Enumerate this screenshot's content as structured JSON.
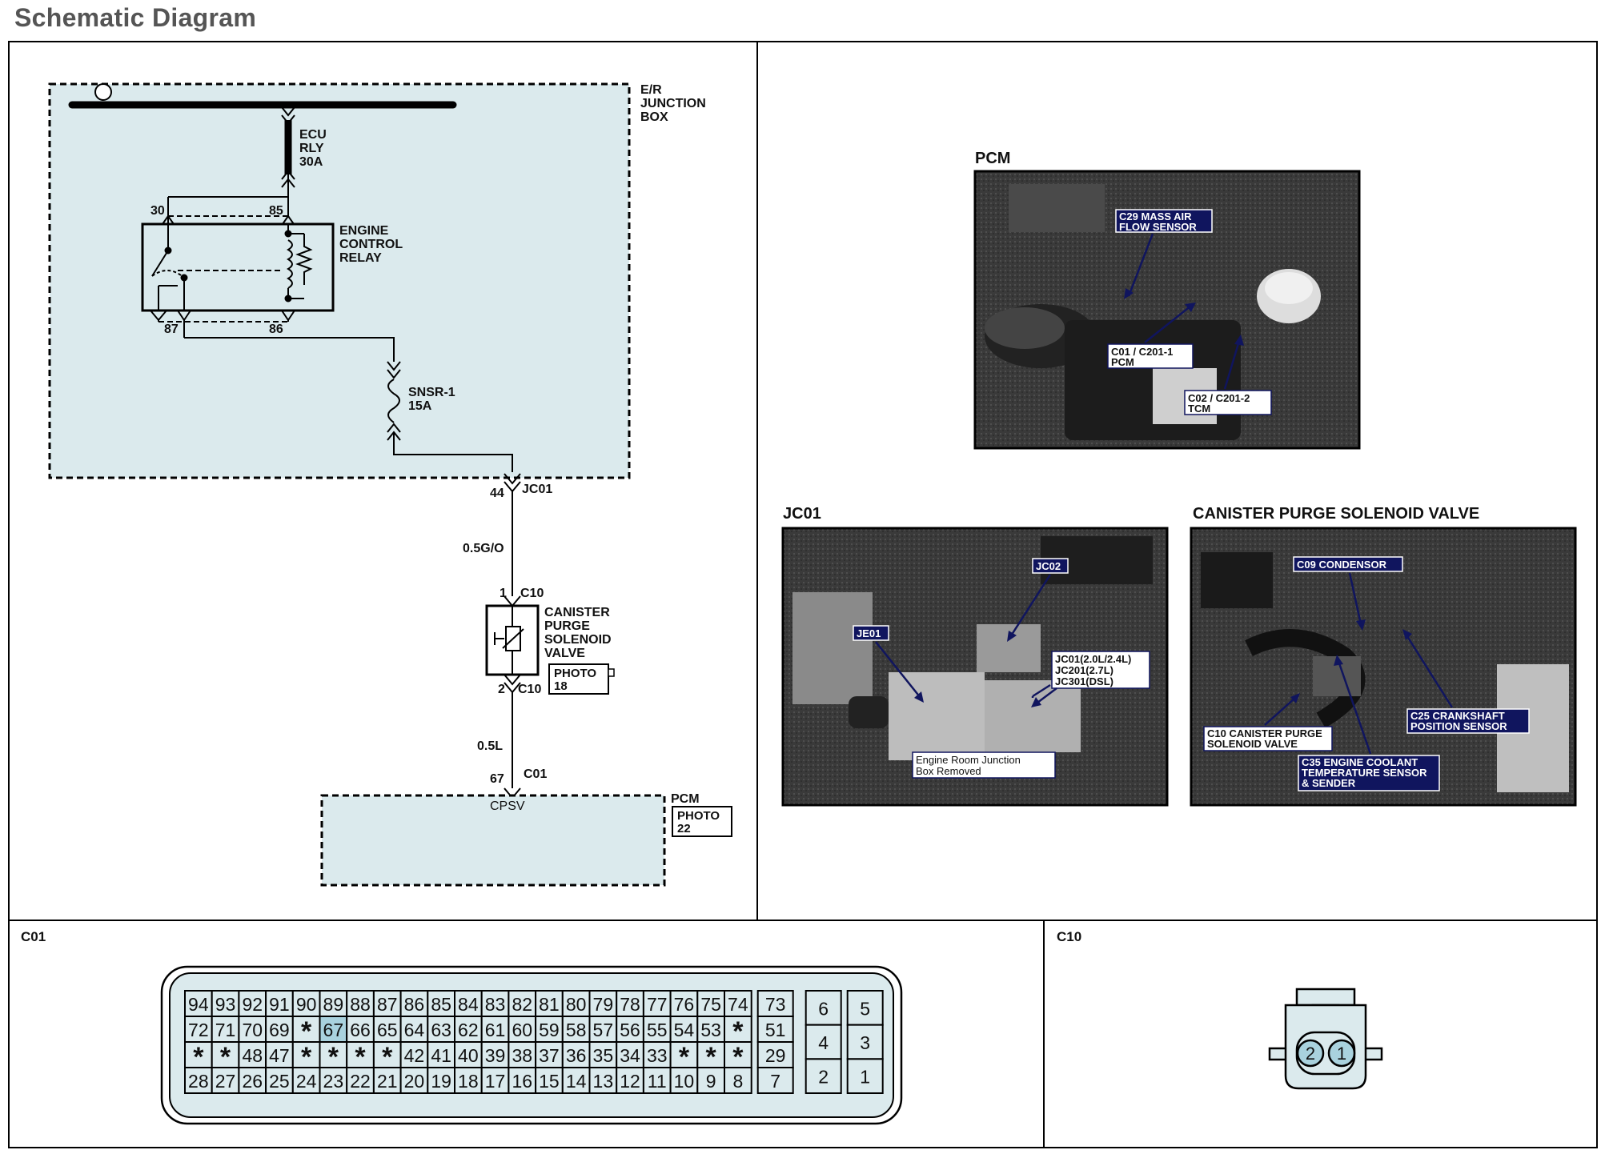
{
  "title": "Schematic Diagram",
  "schematic": {
    "junction_box_label": [
      "E/R",
      "JUNCTION",
      "BOX"
    ],
    "fuse_ecu": [
      "ECU",
      "RLY",
      "30A"
    ],
    "relay_label": [
      "ENGINE",
      "CONTROL",
      "RELAY"
    ],
    "relay_pins": {
      "p30": "30",
      "p85": "85",
      "p87": "87",
      "p86": "86"
    },
    "fuse_snsr": [
      "SNSR-1",
      "15A"
    ],
    "jc01_pin": "44",
    "jc01_label": "JC01",
    "wire_1": "0.5G/O",
    "c10_pin1": "1",
    "c10_label_top": "C10",
    "valve_label": [
      "CANISTER",
      "PURGE",
      "SOLENOID",
      "VALVE"
    ],
    "photo_valve": [
      "PHOTO",
      "18"
    ],
    "c10_pin2": "2",
    "c10_label_bottom": "C10",
    "wire_2": "0.5L",
    "c01_pin": "67",
    "c01_label": "C01",
    "pcm_terminal": "CPSV",
    "pcm_label": "PCM",
    "photo_pcm": [
      "PHOTO",
      "22"
    ]
  },
  "photos": {
    "pcm": {
      "title": "PCM",
      "labels": [
        [
          "C29 MASS AIR",
          "FLOW SENSOR"
        ],
        [
          "C01 / C201-1",
          "PCM"
        ],
        [
          "C02 / C201-2",
          "TCM"
        ]
      ]
    },
    "jc01": {
      "title": "JC01",
      "labels": [
        [
          "JC02"
        ],
        [
          "JE01"
        ],
        [
          "JC01(2.0L/2.4L)",
          "JC201(2.7L)",
          "JC301(DSL)"
        ],
        [
          "Engine Room Junction",
          "Box Removed"
        ]
      ]
    },
    "canister": {
      "title": "CANISTER PURGE SOLENOID VALVE",
      "labels": [
        [
          "C09 CONDENSOR"
        ],
        [
          "C25 CRANKSHAFT",
          "POSITION SENSOR"
        ],
        [
          "C10 CANISTER PURGE",
          "SOLENOID VALVE"
        ],
        [
          "C35 ENGINE COOLANT",
          "TEMPERATURE SENSOR",
          "& SENDER"
        ]
      ]
    }
  },
  "connectors": {
    "c01": {
      "label": "C01",
      "rows": [
        [
          "94",
          "93",
          "92",
          "91",
          "90",
          "89",
          "88",
          "87",
          "86",
          "85",
          "84",
          "83",
          "82",
          "81",
          "80",
          "79",
          "78",
          "77",
          "76",
          "75",
          "74"
        ],
        [
          "72",
          "71",
          "70",
          "69",
          "*",
          "67",
          "66",
          "65",
          "64",
          "63",
          "62",
          "61",
          "60",
          "59",
          "58",
          "57",
          "56",
          "55",
          "54",
          "53",
          "*"
        ],
        [
          "*",
          "*",
          "48",
          "47",
          "*",
          "*",
          "*",
          "*",
          "42",
          "41",
          "40",
          "39",
          "38",
          "37",
          "36",
          "35",
          "34",
          "33",
          "*",
          "*",
          "*"
        ],
        [
          "28",
          "27",
          "26",
          "25",
          "24",
          "23",
          "22",
          "21",
          "20",
          "19",
          "18",
          "17",
          "16",
          "15",
          "14",
          "13",
          "12",
          "11",
          "10",
          "9",
          "8"
        ]
      ],
      "col2": [
        "73",
        "51",
        "29",
        "7"
      ],
      "block_left": [
        "6",
        "4",
        "2"
      ],
      "block_right": [
        "5",
        "3",
        "1"
      ],
      "highlight": "67"
    },
    "c10": {
      "label": "C10",
      "pins": [
        "2",
        "1"
      ]
    }
  },
  "colors": {
    "fill_light": "#dbeaed",
    "highlight": "#a9d2de",
    "label_bg": "#10155e",
    "label_text": "#ffffff",
    "photo_dark": "#2a2a2a"
  }
}
